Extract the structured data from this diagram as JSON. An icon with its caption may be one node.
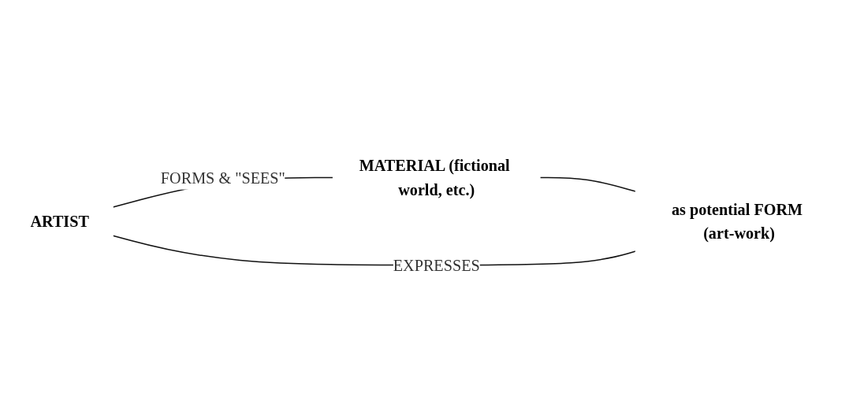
{
  "diagram": {
    "nodes": [
      {
        "text": [
          "ARTIST"
        ]
      },
      {
        "text": [
          "MATERIAL (fictional world, etc.)"
        ]
      },
      {
        "text": [
          "as potential FORM (art-work)"
        ]
      }
    ],
    "edges": [
      {
        "from": 0,
        "to": 1,
        "arrow": "none",
        "label": "FORMS & \"SEES\""
      },
      {
        "from": 1,
        "to": 2,
        "arrow": "none"
      },
      {
        "from": 2,
        "to": 0,
        "arrow": "none",
        "label": "EXPRESSES"
      }
    ]
  }
}
